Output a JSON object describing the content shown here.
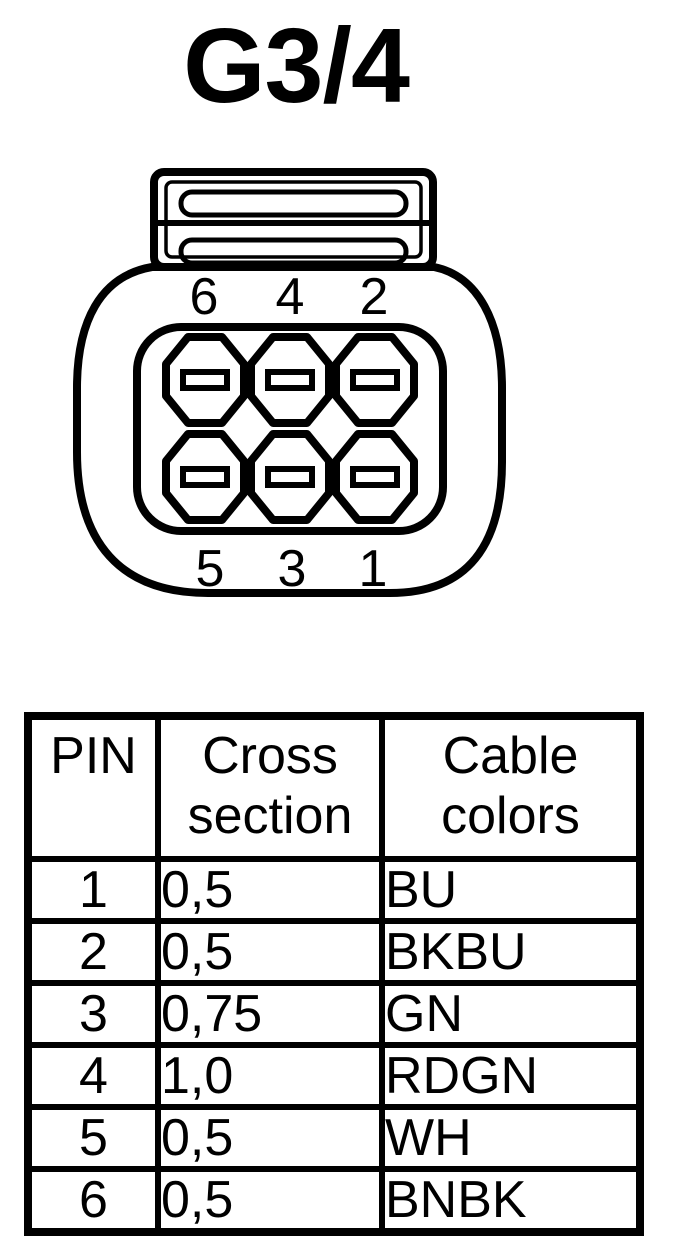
{
  "page": {
    "title": "G3/4"
  },
  "colors": {
    "line": "#000000",
    "background": "#ffffff"
  },
  "connector": {
    "top_row_pin_labels": [
      "6",
      "4",
      "2"
    ],
    "bottom_row_pin_labels": [
      "5",
      "3",
      "1"
    ]
  },
  "table": {
    "headers": [
      "PIN",
      "Cross section",
      "Cable colors"
    ],
    "rows": [
      {
        "pin": "1",
        "cross_section": "0,5",
        "cable_colors": "BU"
      },
      {
        "pin": "2",
        "cross_section": "0,5",
        "cable_colors": "BKBU"
      },
      {
        "pin": "3",
        "cross_section": "0,75",
        "cable_colors": "GN"
      },
      {
        "pin": "4",
        "cross_section": "1,0",
        "cable_colors": "RDGN"
      },
      {
        "pin": "5",
        "cross_section": "0,5",
        "cable_colors": "WH"
      },
      {
        "pin": "6",
        "cross_section": "0,5",
        "cable_colors": "BNBK"
      }
    ]
  }
}
